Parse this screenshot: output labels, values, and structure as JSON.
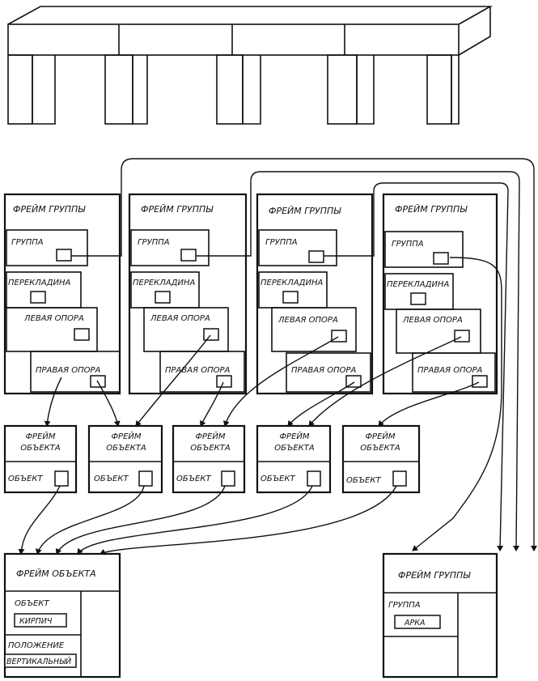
{
  "group_frames": [
    {
      "title": "ФРЕЙМ ГРУППЫ",
      "slot_group": "ГРУППА",
      "slot_beam": "ПЕРЕКЛАДИНА",
      "slot_left": "ЛЕВАЯ ОПОРА",
      "slot_right": "ПРАВАЯ ОПОРА"
    },
    {
      "title": "ФРЕЙМ ГРУППЫ",
      "slot_group": "ГРУППА",
      "slot_beam": "ПЕРЕКЛАДИНА",
      "slot_left": "ЛЕВАЯ ОПОРА",
      "slot_right": "ПРАВАЯ ОПОРА"
    },
    {
      "title": "ФРЕЙМ ГРУППЫ",
      "slot_group": "ГРУППА",
      "slot_beam": "ПЕРЕКЛАДИНА",
      "slot_left": "ЛЕВАЯ ОПОРА",
      "slot_right": "ПРАВАЯ ОПОРА"
    },
    {
      "title": "ФРЕЙМ ГРУППЫ",
      "slot_group": "ГРУППА",
      "slot_beam": "ПЕРЕКЛАДИНА",
      "slot_left": "ЛЕВАЯ ОПОРА",
      "slot_right": "ПРАВАЯ ОПОРА"
    }
  ],
  "object_frames": [
    {
      "title_line1": "ФРЕЙМ",
      "title_line2": "ОБЪЕКТА",
      "slot": "ОБЪЕКТ"
    },
    {
      "title_line1": "ФРЕЙМ",
      "title_line2": "ОБЪЕКТА",
      "slot": "ОБЪЕКТ"
    },
    {
      "title_line1": "ФРЕЙМ",
      "title_line2": "ОБЪЕКТА",
      "slot": "ОБЪЕКТ"
    },
    {
      "title_line1": "ФРЕЙМ",
      "title_line2": "ОБЪЕКТА",
      "slot": "ОБЪЕКТ"
    },
    {
      "title_line1": "ФРЕЙМ",
      "title_line2": "ОБЪЕКТА",
      "slot": "ОБЪЕКТ"
    }
  ],
  "shared_object_frame": {
    "title": "ФРЕЙМ ОБЪЕКТА",
    "slot_object": "ОБЪЕКТ",
    "value_object": "КИРПИЧ",
    "slot_position": "ПОЛОЖЕНИЕ",
    "value_position": "ВЕРТИКАЛЬНЫЙ"
  },
  "shared_group_frame": {
    "title": "ФРЕЙМ ГРУППЫ",
    "slot_group": "ГРУППА",
    "value_group": "АРКА"
  }
}
